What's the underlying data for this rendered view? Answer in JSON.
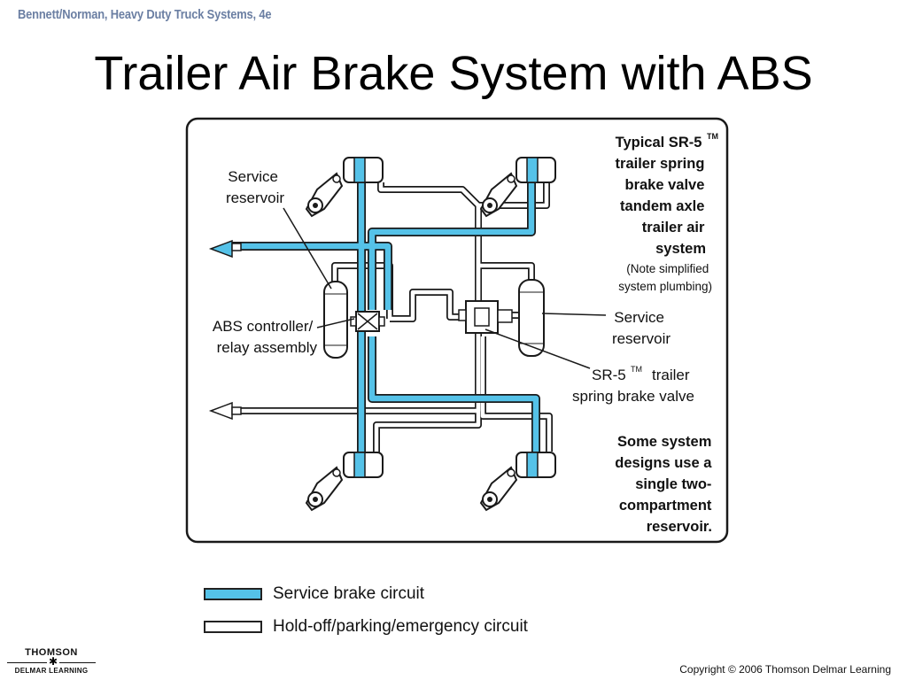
{
  "header": {
    "book_title": "Bennett/Norman, Heavy Duty Truck Systems, 4e"
  },
  "slide": {
    "title": "Trailer Air Brake System with ABS"
  },
  "diagram": {
    "caption_lines": [
      "Typical SR-5",
      "trailer spring",
      "brake valve",
      "tandem axle",
      "trailer air",
      "system"
    ],
    "caption_tm": "TM",
    "note_lines": [
      "(Note simplified",
      "system plumbing)"
    ],
    "label_service_reservoir_left": [
      "Service",
      "reservoir"
    ],
    "label_abs_controller": [
      "ABS controller/",
      "relay assembly"
    ],
    "label_service_reservoir_right": [
      "Service",
      "reservoir"
    ],
    "label_sr5_valve": [
      "SR-5",
      "trailer",
      "spring brake valve"
    ],
    "label_sr5_tm": "TM",
    "footnote_lines": [
      "Some system",
      "designs use a",
      "single two-",
      "compartment",
      "reservoir."
    ],
    "colors": {
      "service": "#55c2e8",
      "holdoff": "#ffffff",
      "outline": "#1a1a1a"
    }
  },
  "legend": {
    "items": [
      {
        "label": "Service brake circuit",
        "color": "#55c2e8"
      },
      {
        "label": "Hold-off/parking/emergency circuit",
        "color": "#ffffff"
      }
    ]
  },
  "footer": {
    "logo_top": "THOMSON",
    "logo_mark": "✱",
    "logo_bottom": "DELMAR LEARNING",
    "copyright": "Copyright © 2006 Thomson Delmar Learning"
  }
}
